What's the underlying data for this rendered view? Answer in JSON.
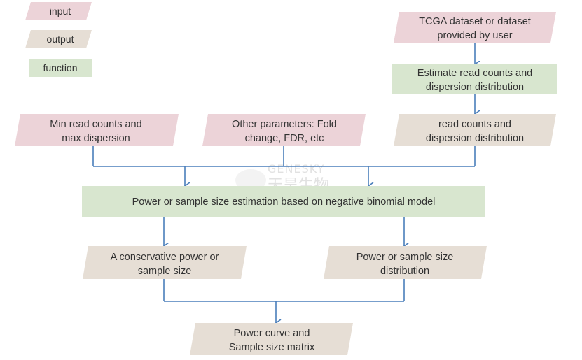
{
  "colors": {
    "input": "#ecd3d8",
    "output": "#e6ded5",
    "function": "#d8e6cf",
    "arrow": "#4a7ebb",
    "text": "#333333"
  },
  "legend": {
    "input": "input",
    "output": "output",
    "function": "function"
  },
  "nodes": {
    "tcga_dataset": [
      "TCGA dataset or dataset",
      "provided by user"
    ],
    "estimate_counts": [
      "Estimate read counts and",
      "dispersion distribution"
    ],
    "read_counts_dist": [
      "read counts and",
      "dispersion distribution"
    ],
    "min_read_counts": [
      "Min read counts and",
      "max dispersion"
    ],
    "other_params": [
      "Other parameters: Fold",
      "change, FDR, etc"
    ],
    "power_estimation": [
      "Power or sample size estimation based on negative binomial model"
    ],
    "conservative_power": [
      "A conservative power or",
      "sample size"
    ],
    "power_distribution": [
      "Power or sample size",
      "distribution"
    ],
    "power_curve": [
      "Power curve and",
      "Sample size matrix"
    ]
  },
  "watermark": {
    "latin": "GENESKY",
    "cjk": "天昊生物"
  }
}
